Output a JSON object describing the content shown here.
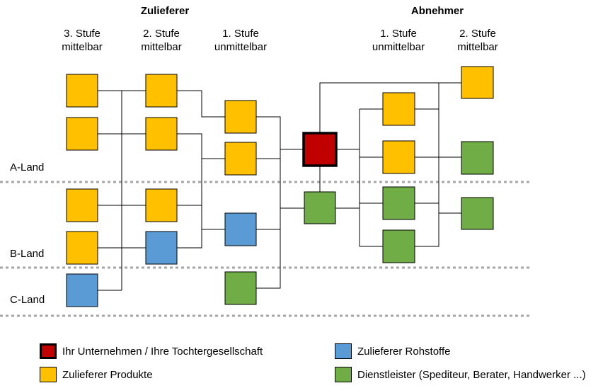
{
  "colors": {
    "company": "#c00000",
    "products": "#ffc000",
    "raw": "#5b9bd5",
    "service": "#70ad47",
    "line": "#000000",
    "divider": "#a6a6a6"
  },
  "headers": {
    "suppliers": "Zulieferer",
    "customers": "Abnehmer"
  },
  "stages": {
    "s3_line1": "3. Stufe",
    "s3_line2": "mittelbar",
    "s2_line1": "2. Stufe",
    "s2_line2": "mittelbar",
    "s1_line1": "1. Stufe",
    "s1_line2": "unmittelbar",
    "c1_line1": "1. Stufe",
    "c1_line2": "unmittelbar",
    "c2_line1": "2. Stufe",
    "c2_line2": "mittelbar"
  },
  "regions": {
    "a": "A-Land",
    "b": "B-Land",
    "c": "C-Land"
  },
  "legend": {
    "company": "Ihr Unternehmen  / Ihre Tochtergesellschaft",
    "products": "Zulieferer Produkte",
    "raw": "Zulieferer Rohstoffe",
    "service": "Dienstleister (Spediteur, Berater, Handwerker ...)"
  }
}
